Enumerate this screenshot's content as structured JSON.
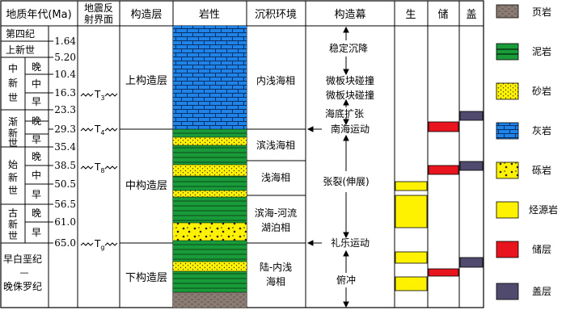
{
  "headers": {
    "age": "地质年代(Ma)",
    "seismic": [
      "地震反",
      "射界面"
    ],
    "tectonic_layer": "构造层",
    "lithology": "岩性",
    "environment": "沉积环境",
    "tectonic_episode": "构造幕",
    "source": "生",
    "reservoir": "储",
    "cap": "盖"
  },
  "epochs": {
    "quaternary": "第四纪",
    "pliocene": "上新世",
    "miocene": [
      "中",
      "新",
      "世"
    ],
    "oligocene": [
      "渐",
      "新",
      "世"
    ],
    "eocene": [
      "始",
      "新",
      "世"
    ],
    "paleocene": [
      "古",
      "新",
      "世"
    ],
    "cretaceous": "早白垩纪",
    "dash": "—",
    "jurassic": "晚侏罗纪"
  },
  "subs": {
    "late": "晚",
    "middle": "中",
    "early": "早"
  },
  "ages": [
    "1.64",
    "5.20",
    "10.4",
    "16.3",
    "23.3",
    "29.3",
    "35.4",
    "38.5",
    "50.5",
    "56.5",
    "61.0",
    "65.0"
  ],
  "horizons": {
    "t3": "T",
    "t3_sub": "3",
    "t4": "T",
    "t4_sub": "4",
    "t8": "T",
    "t8_sub": "8",
    "tg": "T",
    "tg_sub": "g"
  },
  "tectonic_layers": [
    "上构造层",
    "中构造层",
    "下构造层"
  ],
  "environments": {
    "inner_shallow": "内浅海相",
    "littoral_shallow": "滨浅海相",
    "shallow": "浅海相",
    "littoral_fluvial": [
      "滨海-河流",
      "湖泊相"
    ],
    "continental_shallow": [
      "陆-内浅",
      "海相"
    ]
  },
  "episodes": {
    "stable_subsidence": "稳定沉降",
    "collision": "微板块碰撞",
    "collision2": "微板块碰撞",
    "spreading": "海底扩张",
    "nanhai": "南海运动",
    "rifting": "张裂(伸展)",
    "liyue": "礼乐运动",
    "thrust": "俯冲"
  },
  "legend": [
    "页岩",
    "泥岩",
    "砂岩",
    "灰岩",
    "砾岩",
    "烃源岩",
    "储层",
    "盖层"
  ],
  "colors": {
    "shale": "#8a7b73",
    "mudstone": "#1a9b3a",
    "sandstone": "#fff200",
    "limestone": "#1f84e8",
    "conglomerate": "#fff200",
    "source_rock": "#fff200",
    "reservoir": "#e8141e",
    "cap": "#4f4a6e"
  }
}
